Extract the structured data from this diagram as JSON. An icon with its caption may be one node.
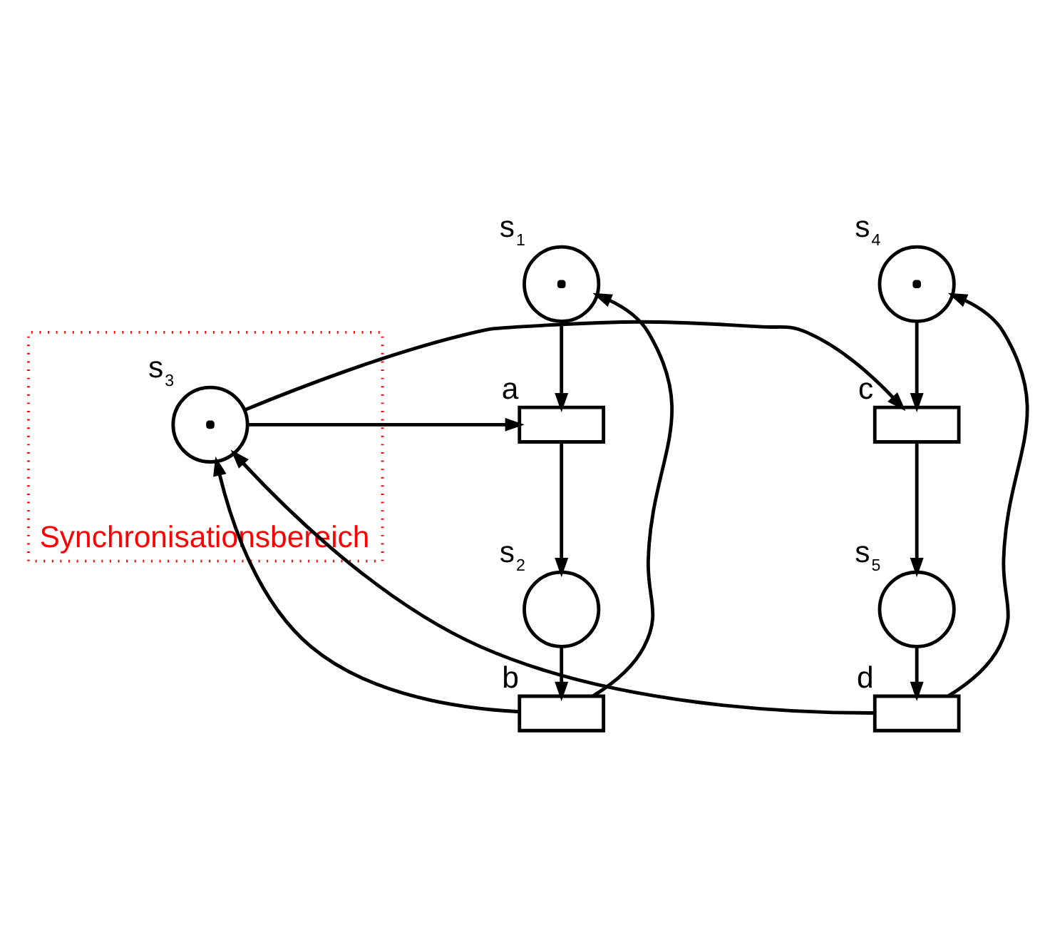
{
  "diagram": {
    "nodes": [
      {
        "text": [
          "Synchronisationsbereich"
        ]
      },
      {
        "text": [],
        "shape": "circle",
        "beside": [
          "s$_{1}$"
        ]
      },
      {
        "text": [],
        "shape": "box",
        "beside": [
          "a"
        ]
      },
      {
        "text": [],
        "shape": "circle",
        "beside": [
          "s$_{2}$"
        ]
      },
      {
        "text": [],
        "shape": "box",
        "beside": [
          "b"
        ]
      },
      {
        "text": [],
        "shape": "circle",
        "beside": [
          "s$_{3}$"
        ],
        "in": 0
      },
      {
        "text": [],
        "shape": "circle",
        "beside": [
          "s$_{4}$"
        ]
      },
      {
        "text": [],
        "shape": "box",
        "beside": [
          "c"
        ]
      },
      {
        "text": [],
        "shape": "circle",
        "beside": [
          "s$_{5}$"
        ]
      },
      {
        "text": [],
        "shape": "box",
        "beside": [
          "d"
        ]
      }
    ],
    "edges": [
      {
        "from": 1,
        "to": 2,
        "arrow": "to"
      },
      {
        "from": 2,
        "to": 3,
        "arrow": "to"
      },
      {
        "from": 3,
        "to": 4,
        "arrow": "to"
      },
      {
        "from": 4,
        "to": 1,
        "arrow": "to"
      },
      {
        "from": 4,
        "to": 5,
        "arrow": "to"
      },
      {
        "from": 5,
        "to": 2,
        "arrow": "to"
      },
      {
        "from": 5,
        "to": 7,
        "arrow": "to"
      },
      {
        "from": 6,
        "to": 7,
        "arrow": "to"
      },
      {
        "from": 7,
        "to": 8,
        "arrow": "to"
      },
      {
        "from": 8,
        "to": 9,
        "arrow": "to"
      },
      {
        "from": 9,
        "to": 6,
        "arrow": "to"
      },
      {
        "from": 9,
        "to": 5,
        "arrow": "to"
      }
    ]
  }
}
